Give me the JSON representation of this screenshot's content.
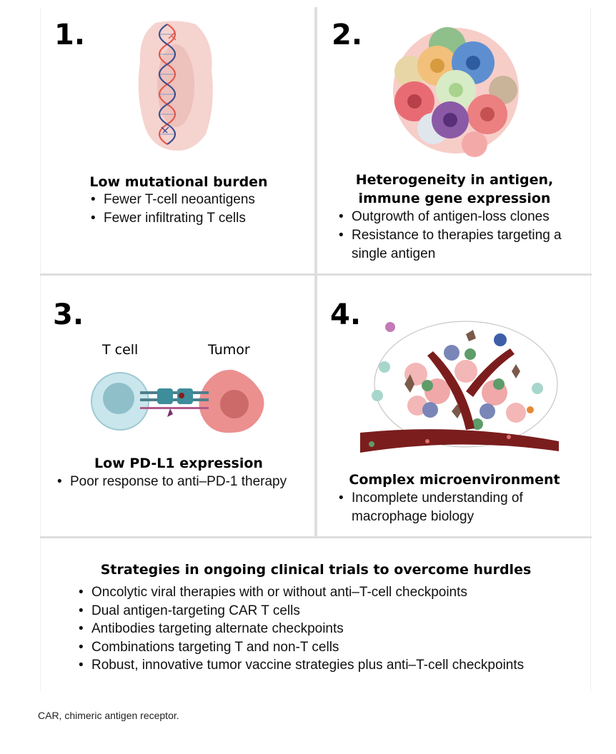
{
  "panels": [
    {
      "number": "1.",
      "title": "Low mutational burden",
      "bullets": [
        "Fewer T-cell neoantigens",
        "Fewer infiltrating T cells"
      ]
    },
    {
      "number": "2.",
      "title_line1": "Heterogeneity in antigen,",
      "title_line2": "immune gene expression",
      "bullets": [
        "Outgrowth of antigen-loss clones",
        "Resistance to therapies targeting a single antigen"
      ]
    },
    {
      "number": "3.",
      "title": "Low PD-L1 expression",
      "label_tcell": "T cell",
      "label_tumor": "Tumor",
      "bullets": [
        "Poor response to anti–PD-1 therapy"
      ]
    },
    {
      "number": "4.",
      "title": "Complex microenvironment",
      "bullets": [
        "Incomplete understanding of macrophage biology"
      ]
    }
  ],
  "strategies": {
    "title": "Strategies in ongoing clinical trials to overcome hurdles",
    "bullets": [
      "Oncolytic viral therapies with or without anti–T-cell checkpoints",
      "Dual antigen-targeting CAR T cells",
      "Antibodies targeting alternate checkpoints",
      "Combinations targeting T and non-T cells",
      "Robust, innovative tumor vaccine strategies plus anti–T-cell checkpoints"
    ]
  },
  "footnote": "CAR, chimeric antigen receptor.",
  "colors": {
    "divider": "#dedede",
    "dna_red": "#e5584a",
    "dna_blue": "#3e4f8e",
    "tumor": "#ec8f8f",
    "tcell": "#b9dde3",
    "vessel": "#7b1d1d"
  }
}
